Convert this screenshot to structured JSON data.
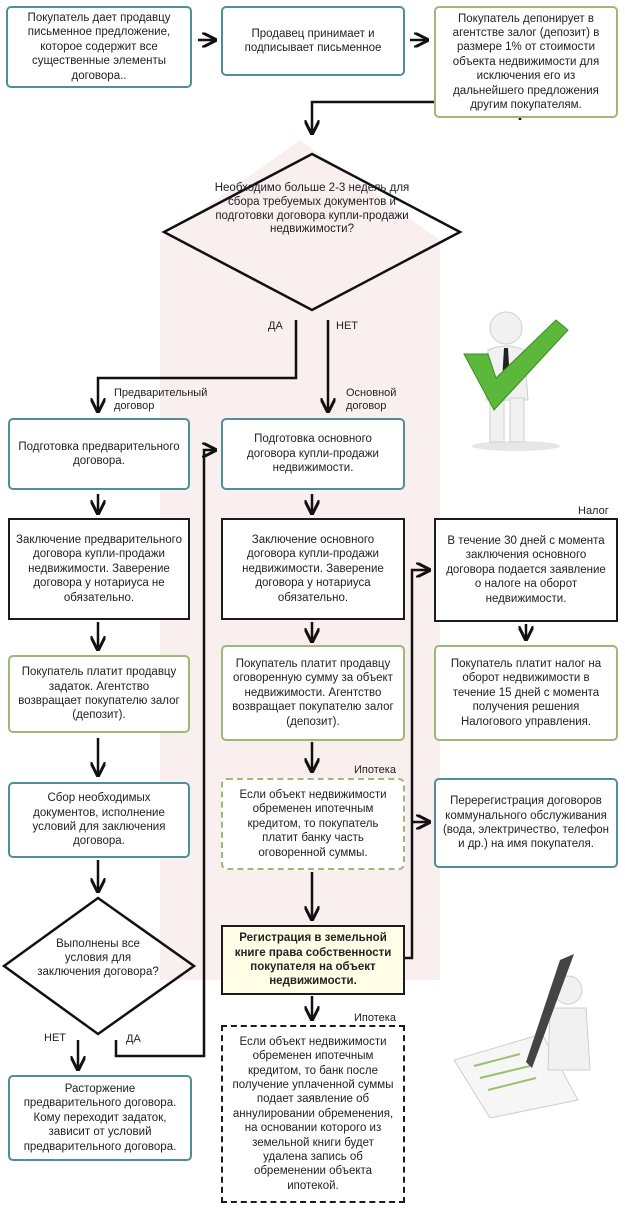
{
  "nodes": {
    "n1": "Покупатель дает продавцу письменное предложение, которое содержит все существенные элементы договора..",
    "n2": "Продавец принимает и подписывает письменное",
    "n3": "Покупатель депонирует в агентстве залог (депозит) в размере 1% от стоимости объекта недвижимости для исключения его из дальнейшего предложения другим покупателям.",
    "d1": "Необходимо больше 2-3 недель для сбора требуемых документов и подготовки договора купли-продажи недвижимости?",
    "l1": "Подготовка предварительного договора.",
    "l2": "Заключение предварительного договора купли-продажи недвижимости. Заверение договора у нотариуса не обязательно.",
    "l3": "Покупатель платит продавцу задаток. Агентство возвращает покупателю залог (депозит).",
    "l4": "Сбор необходимых документов, исполнение условий для заключения договора.",
    "d2": "Выполнены все условия для заключения договора?",
    "l5": "Расторжение предварительного договора. Кому переходит задаток, зависит от условий предварительного договора.",
    "m1": "Подготовка основного договора купли-продажи недвижимости.",
    "m2": "Заключение основного договора купли-продажи недвижимости. Заверение договора у нотариуса обязательно.",
    "m3": "Покупатель платит продавцу оговоренную сумму за объект недвижимости. Агентство возвращает покупателю залог (депозит).",
    "m4": "Если объект недвижимости обременен ипотечным кредитом, то покупатель платит банку часть оговоренной суммы.",
    "m5": "Регистрация в земельной книге права собственности покупателя на объект недвижимости.",
    "m6": "Если объект недвижимости обременен ипотечным кредитом, то банк после получение уплаченной суммы подает заявление об аннулировании обременения, на основании которого из земельной книги будет удалена запись об обременении объекта ипотекой.",
    "r1": "В течение 30 дней с момента заключения основного договора подается заявление о налоге на оборот недвижимости.",
    "r2": "Покупатель платит налог на оборот недвижимости в течение 15 дней с момента получения решения Налогового управления.",
    "r3": "Перерегистрация договоров коммунального обслуживания (вода, электричество, телефон и др.) на имя покупателя."
  },
  "labels": {
    "da1": "ДА",
    "net1": "НЕТ",
    "prelim": "Предварительный договор",
    "main": "Основной договор",
    "tax": "Налог",
    "ipoteka1": "Ипотека",
    "ipoteka2": "Ипотека",
    "net2": "НЕТ",
    "da2": "ДА"
  },
  "colors": {
    "teal_border": "#4f8f96",
    "green_border": "#9fb877",
    "black_border": "#1c1c1c",
    "highlight_fill": "#fffde6",
    "watermark": "#c9302c"
  }
}
